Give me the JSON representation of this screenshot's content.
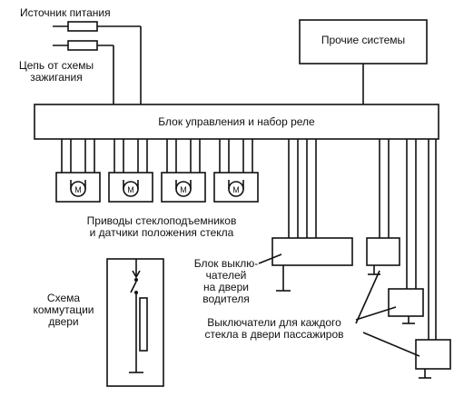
{
  "labels": {
    "power_source": "Источник питания",
    "ignition_line1": "Цепь от схемы",
    "ignition_line2": "зажигания",
    "other_systems": "Прочие системы",
    "control_unit": "Блок управления и набор реле",
    "drives_line1": "Приводы стеклоподъемников",
    "drives_line2": "и датчики положения стекла",
    "driver_block_line1": "Блок выклю-",
    "driver_block_line2": "чателей",
    "driver_block_line3": "на двери",
    "driver_block_line4": "водителя",
    "door_scheme_line1": "Схема",
    "door_scheme_line2": "коммутации",
    "door_scheme_line3": "двери",
    "passenger_switches_line1": "Выключатели для каждого",
    "passenger_switches_line2": "стекла в двери пассажиров"
  },
  "motor_symbol": "M",
  "colors": {
    "line": "#111111",
    "background": "#ffffff"
  }
}
